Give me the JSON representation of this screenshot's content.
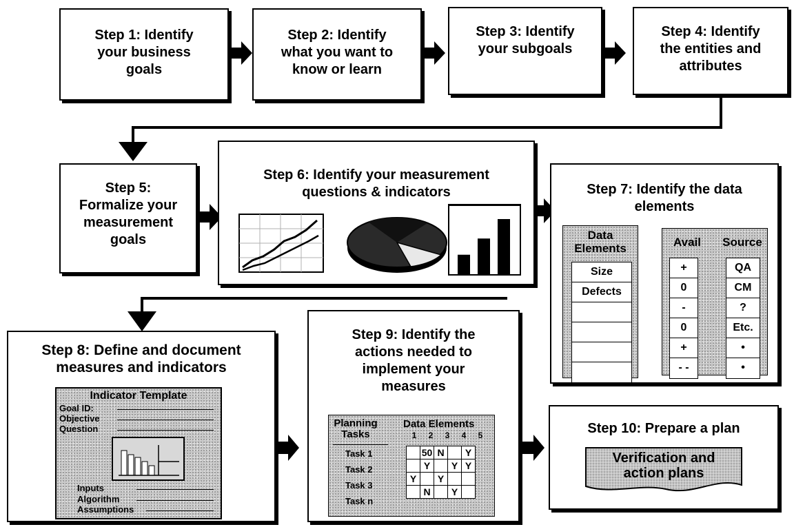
{
  "steps": {
    "s1": "Step 1: Identify\nyour business\ngoals",
    "s2": "Step 2: Identify\nwhat you want to\nknow or learn",
    "s3": "Step 3: Identify\nyour subgoals",
    "s4": "Step 4: Identify\nthe entities and\nattributes",
    "s5": "Step 5:\nFormalize your\nmeasurement\ngoals",
    "s6": "Step 6: Identify your measurement\nquestions & indicators",
    "s7": "Step 7: Identify the data\nelements",
    "s8": "Step 8: Define and document\nmeasures and indicators",
    "s9": "Step 9: Identify the\nactions needed to\nimplement your\nmeasures",
    "s10": "Step 10: Prepare a plan"
  },
  "data_elements": {
    "header": "Data\nElements",
    "items": [
      "Size",
      "Defects",
      "",
      "",
      "",
      "",
      ""
    ]
  },
  "avail": {
    "header": "Avail",
    "items": [
      "+",
      "0",
      "-",
      "0",
      "+",
      "- -"
    ]
  },
  "source": {
    "header": "Source",
    "items": [
      "QA",
      "CM",
      "?",
      "Etc.",
      "•",
      "•"
    ]
  },
  "template": {
    "title": "Indicator Template",
    "goal": "Goal ID:",
    "objective": "Objective",
    "question": "Question",
    "inputs": "Inputs",
    "algorithm": "Algorithm",
    "assumptions": "Assumptions"
  },
  "planning": {
    "tasks_header": "Planning\nTasks",
    "data_header": "Data Elements",
    "cols": [
      "1",
      "2",
      "3",
      "4",
      "5"
    ],
    "rows": [
      {
        "task": "Task 1",
        "cells": [
          "",
          "50",
          "N",
          "",
          "Y"
        ]
      },
      {
        "task": "Task 2",
        "cells": [
          "",
          "Y",
          "",
          "Y",
          "Y"
        ]
      },
      {
        "task": "Task 3",
        "cells": [
          "Y",
          "",
          "Y",
          "",
          ""
        ]
      },
      {
        "task": "Task n",
        "cells": [
          "",
          "N",
          "",
          "Y",
          ""
        ]
      }
    ]
  },
  "plan_banner": "Verification and\naction plans",
  "mini_bars": [
    30,
    55,
    85
  ]
}
